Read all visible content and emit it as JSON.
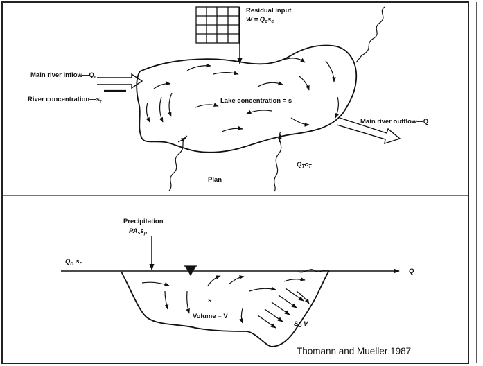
{
  "plan": {
    "residual_input_label": "Residual input",
    "residual_formula": "W = Q",
    "residual_formula_sub1": "e",
    "residual_formula_mid": "s",
    "residual_formula_sub2": "e",
    "main_river_inflow_label": "Main river inflow—Q",
    "main_river_inflow_sub": "r",
    "river_concentration_label": "River concentration—s",
    "river_concentration_sub": "r",
    "lake_concentration_label": "Lake concentration = s",
    "main_river_outflow_label": "Main river outflow—Q",
    "tributary_label": "Q",
    "tributary_sub1": "T",
    "tributary_mid": "c",
    "tributary_sub2": "T",
    "plan_label": "Plan"
  },
  "section": {
    "precipitation_label": "Precipitation",
    "precipitation_formula": "PA",
    "precipitation_sub1": "s",
    "precipitation_mid": "s",
    "precipitation_sub2": "p",
    "inflow_label": "Q",
    "inflow_sub1": "r",
    "inflow_mid": ", s",
    "inflow_sub2": "r",
    "outflow_label": "Q",
    "s_label": "s",
    "volume_label": "Volume = V",
    "sediment_label": "S",
    "sediment_sub": "D",
    "sediment_tail": " V"
  },
  "credit": "Thomann and Mueller 1987",
  "colors": {
    "ink": "#111111",
    "frame": "#222222",
    "background": "#ffffff"
  }
}
